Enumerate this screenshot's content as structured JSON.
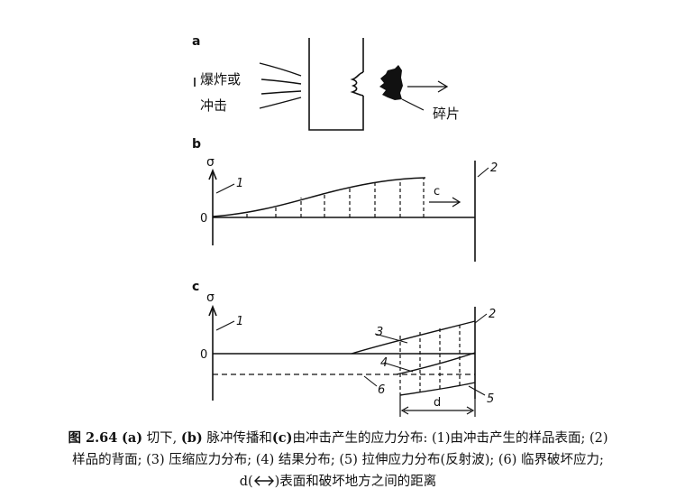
{
  "figure": {
    "panel_a": {
      "letter": "a",
      "blast_label_line1": "爆炸或",
      "blast_label_line2": "冲击",
      "fragment_label": "碎片"
    },
    "panel_b": {
      "letter": "b",
      "sigma": "σ",
      "zero": "0",
      "label_1": "1",
      "label_2": "2",
      "c_label": "c"
    },
    "panel_c": {
      "letter": "c",
      "sigma": "σ",
      "zero": "0",
      "label_1": "1",
      "label_2": "2",
      "label_3": "3",
      "label_4": "4",
      "label_5": "5",
      "label_6": "6",
      "d_label": "d"
    }
  },
  "caption": {
    "fig_no": "图 2.64",
    "pa": "(a)",
    "t1": " 切下, ",
    "pb": "(b)",
    "t2": " 脉冲传播和",
    "pc": "(c)",
    "t3": "由冲击产生的应力分布: (1)由冲击产生的样品表面; (2)",
    "line2": "样品的背面; (3) 压缩应力分布; (4) 结果分布; (5) 拉伸应力分布(反射波); (6) 临界破坏应力;",
    "line3_pre": "d(",
    "line3_post": ")表面和破坏地方之间的距离"
  }
}
